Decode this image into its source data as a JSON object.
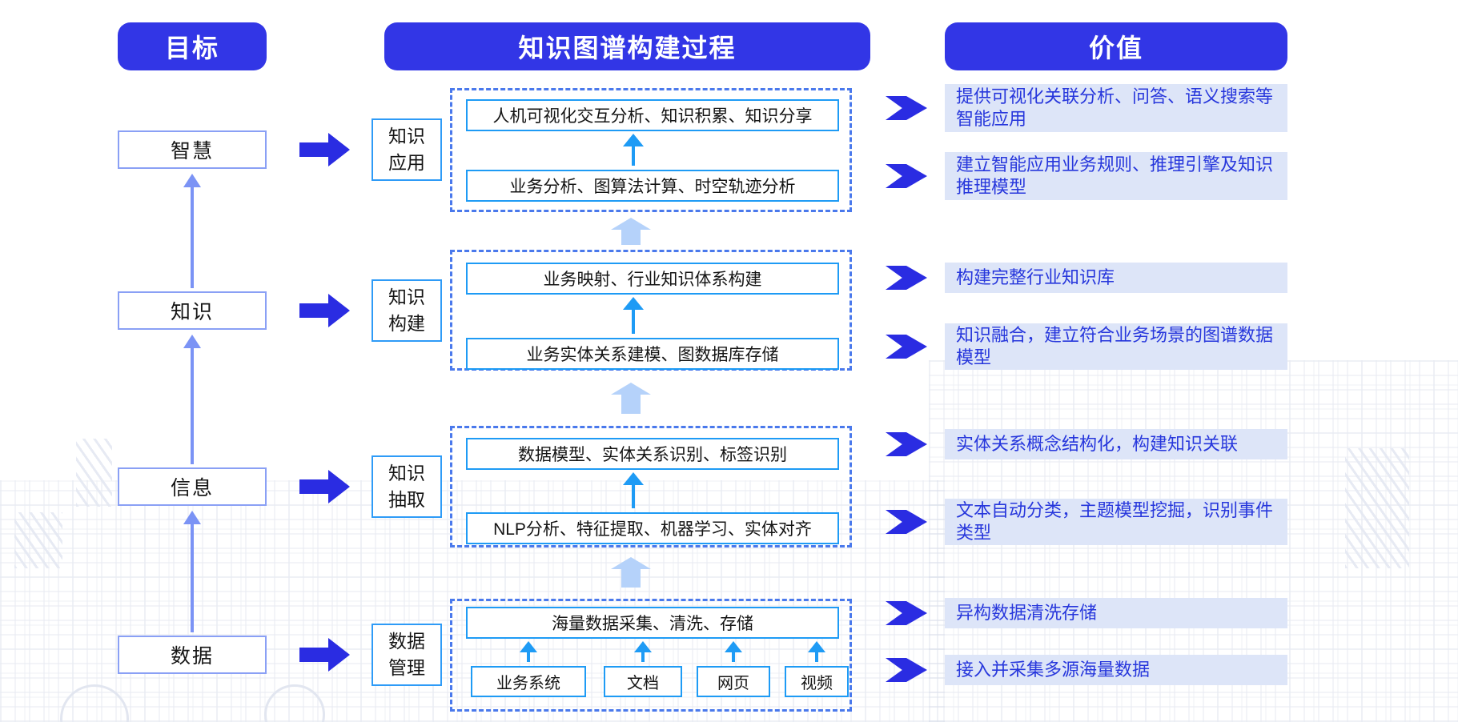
{
  "headers": {
    "goal": "目标",
    "process": "知识图谱构建过程",
    "value": "价值"
  },
  "goals": [
    {
      "label": "智慧"
    },
    {
      "label": "知识"
    },
    {
      "label": "信息"
    },
    {
      "label": "数据"
    }
  ],
  "groups": [
    {
      "stage": "知识\n应用",
      "top_box": "人机可视化交互分析、知识积累、知识分享",
      "bottom_box": "业务分析、图算法计算、时空轨迹分析"
    },
    {
      "stage": "知识\n构建",
      "top_box": "业务映射、行业知识体系构建",
      "bottom_box": "业务实体关系建模、图数据库存储"
    },
    {
      "stage": "知识\n抽取",
      "top_box": "数据模型、实体关系识别、标签识别",
      "bottom_box": "NLP分析、特征提取、机器学习、实体对齐"
    },
    {
      "stage": "数据\n管理",
      "top_box": "海量数据采集、清洗、存储",
      "sources": [
        {
          "label": "业务系统"
        },
        {
          "label": "文档"
        },
        {
          "label": "网页"
        },
        {
          "label": "视频"
        }
      ]
    }
  ],
  "values": [
    {
      "text": "提供可视化关联分析、问答、语义搜索等智能应用"
    },
    {
      "text": "建立智能应用业务规则、推理引擎及知识推理模型"
    },
    {
      "text": "构建完整行业知识库"
    },
    {
      "text": "知识融合，建立符合业务场景的图谱数据模型"
    },
    {
      "text": "实体关系概念结构化，构建知识关联"
    },
    {
      "text": "文本自动分类，主题模型挖掘，识别事件类型"
    },
    {
      "text": "异构数据清洗存储"
    },
    {
      "text": "接入并采集多源海量数据"
    }
  ],
  "colors": {
    "header_bg": "#3236e6",
    "flow_arrow_blue": "#2a2ce2",
    "inner_box_border": "#1e9bf5",
    "stage_box_border": "#2e9bf7",
    "goal_box_border": "#8aa0f5",
    "thin_arrow": "#7b93f5",
    "dashed_group_border": "#4a79ec",
    "pale_arrow": "#b5d2fa",
    "value_row_bg": "#dde5f8",
    "value_text": "#2737dc"
  }
}
